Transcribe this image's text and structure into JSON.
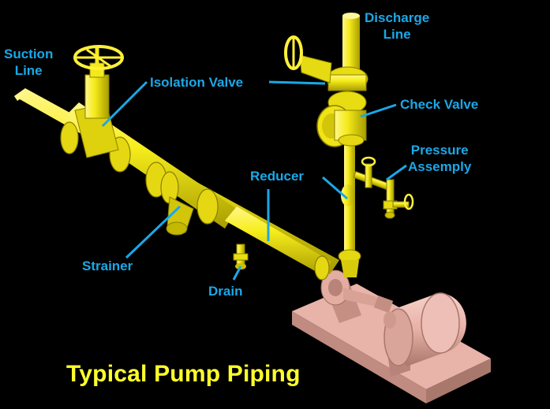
{
  "title": "Typical Pump Piping",
  "labels": {
    "suction_line": "Suction\nLine",
    "isolation_valve": "Isolation Valve",
    "discharge_line": "Discharge\nLine",
    "check_valve": "Check Valve",
    "pressure_assembly": "Pressure\nAssemply",
    "reducer": "Reducer",
    "strainer": "Strainer",
    "drain": "Drain"
  },
  "colors": {
    "background": "#000000",
    "pipe": "#f2ea1a",
    "pipe_shade": "#b3a800",
    "label": "#1aa8e8",
    "title": "#ffff2a",
    "pump": "#e7b0a6",
    "pump_shade": "#b98478"
  }
}
